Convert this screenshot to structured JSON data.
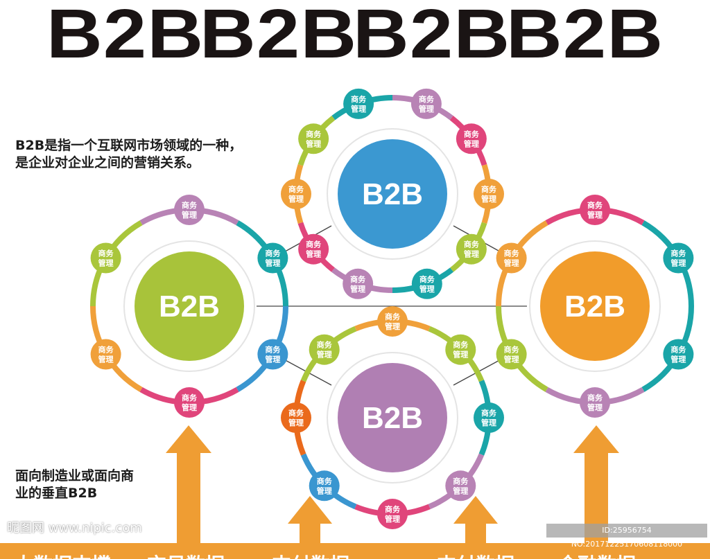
{
  "header": {
    "titles": [
      "B2B",
      "B2B",
      "B2B",
      "B2B"
    ]
  },
  "intro": {
    "line1": "B2B是指一个互联网市场领域的一种，",
    "line2": "是企业对企业之间的营销关系。"
  },
  "vertical_note": {
    "line1": "面向制造业或面向商",
    "line2": "业的垂直B2B"
  },
  "node_label": {
    "line1": "商务",
    "line2": "管理"
  },
  "colors": {
    "teal": "#1aa5a8",
    "purple": "#b883b5",
    "pink": "#e0457b",
    "orange": "#f0a03a",
    "green": "#a9c63b",
    "blue": "#3a96d0",
    "orangered": "#ea6a1c",
    "arrow": "#ef9d33"
  },
  "hubs": [
    {
      "id": "top",
      "label": "B2B",
      "center_color": "#3b98d1",
      "nodes": [
        "teal",
        "purple",
        "pink",
        "orange",
        "green",
        "teal",
        "purple",
        "pink",
        "orange",
        "green"
      ]
    },
    {
      "id": "left",
      "label": "B2B",
      "center_color": "#a8c33a",
      "nodes": [
        "purple",
        "teal",
        "blue",
        "pink",
        "orange",
        "green"
      ]
    },
    {
      "id": "right",
      "label": "B2B",
      "center_color": "#f19c2b",
      "nodes": [
        "pink",
        "teal",
        "teal",
        "purple",
        "green",
        "orange"
      ]
    },
    {
      "id": "bottom",
      "label": "B2B",
      "center_color": "#b07fb3",
      "nodes": [
        "orange",
        "green",
        "teal",
        "purple",
        "pink",
        "blue",
        "orangered",
        "green"
      ]
    }
  ],
  "bottom_bar": {
    "labels": [
      "大数据支撑",
      "交易数据",
      "支付数据",
      "支付数据",
      "金融数据"
    ]
  },
  "watermark": {
    "left": "昵图网 www.nipic.com",
    "right": "ID:25956754 NO:20171225170608118000"
  }
}
